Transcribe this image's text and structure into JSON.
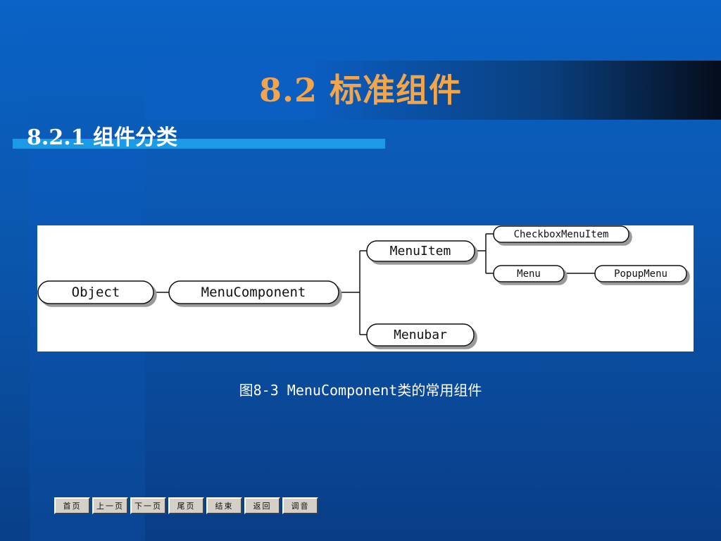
{
  "slide": {
    "title": "8.2  标准组件",
    "subtitle": "8.2.1  组件分类",
    "caption": "图8-3   MenuComponent类的常用组件"
  },
  "diagram": {
    "nodes": [
      {
        "id": "object",
        "label": "Object"
      },
      {
        "id": "menucomponent",
        "label": "MenuComponent"
      },
      {
        "id": "menuitem",
        "label": "MenuItem"
      },
      {
        "id": "menubar",
        "label": "Menubar"
      },
      {
        "id": "checkboxmenuitem",
        "label": "CheckboxMenuItem"
      },
      {
        "id": "menu",
        "label": "Menu"
      },
      {
        "id": "popupmenu",
        "label": "PopupMenu"
      }
    ],
    "edges": [
      [
        "object",
        "menucomponent"
      ],
      [
        "menucomponent",
        "menuitem"
      ],
      [
        "menucomponent",
        "menubar"
      ],
      [
        "menuitem",
        "checkboxmenuitem"
      ],
      [
        "menuitem",
        "menu"
      ],
      [
        "menu",
        "popupmenu"
      ]
    ]
  },
  "nav": {
    "buttons": [
      "首页",
      "上一页",
      "下一页",
      "尾页",
      "结束",
      "返回",
      "调音"
    ]
  },
  "colors": {
    "title": "#f2a54a",
    "accent_bar": "#1c9ae6",
    "background": "#0b57b0"
  }
}
